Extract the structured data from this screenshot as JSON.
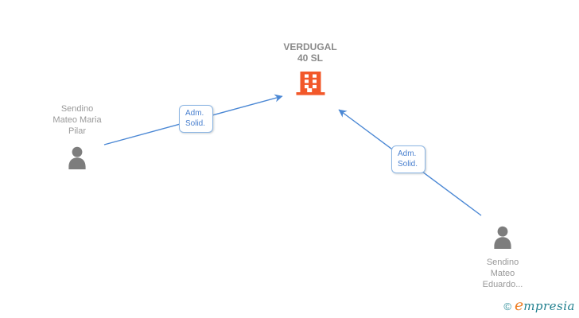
{
  "diagram": {
    "company": {
      "name_line1": "VERDUGAL",
      "name_line2": "40 SL",
      "icon": "building-icon"
    },
    "persons": [
      {
        "line1": "Sendino",
        "line2": "Mateo Maria",
        "line3": "Pilar",
        "icon": "person-icon"
      },
      {
        "line1": "Sendino",
        "line2": "Mateo",
        "line3": "Eduardo...",
        "icon": "person-icon"
      }
    ],
    "edges": [
      {
        "label_line1": "Adm.",
        "label_line2": "Solid."
      },
      {
        "label_line1": "Adm.",
        "label_line2": "Solid."
      }
    ]
  },
  "footer": {
    "copyright_symbol": "©",
    "brand_initial": "e",
    "brand_rest": "mpresia"
  },
  "colors": {
    "arrow_blue": "#4a87d4",
    "edge_label_text": "#4a80cf",
    "edge_label_border": "#8db6e3",
    "company_title_gray": "#8a8a8a",
    "person_name_gray": "#999999",
    "person_icon_gray": "#7d7d7d",
    "building_orange": "#f2582a",
    "brand_teal": "#1f7f8e",
    "brand_orange": "#ee7d23"
  }
}
